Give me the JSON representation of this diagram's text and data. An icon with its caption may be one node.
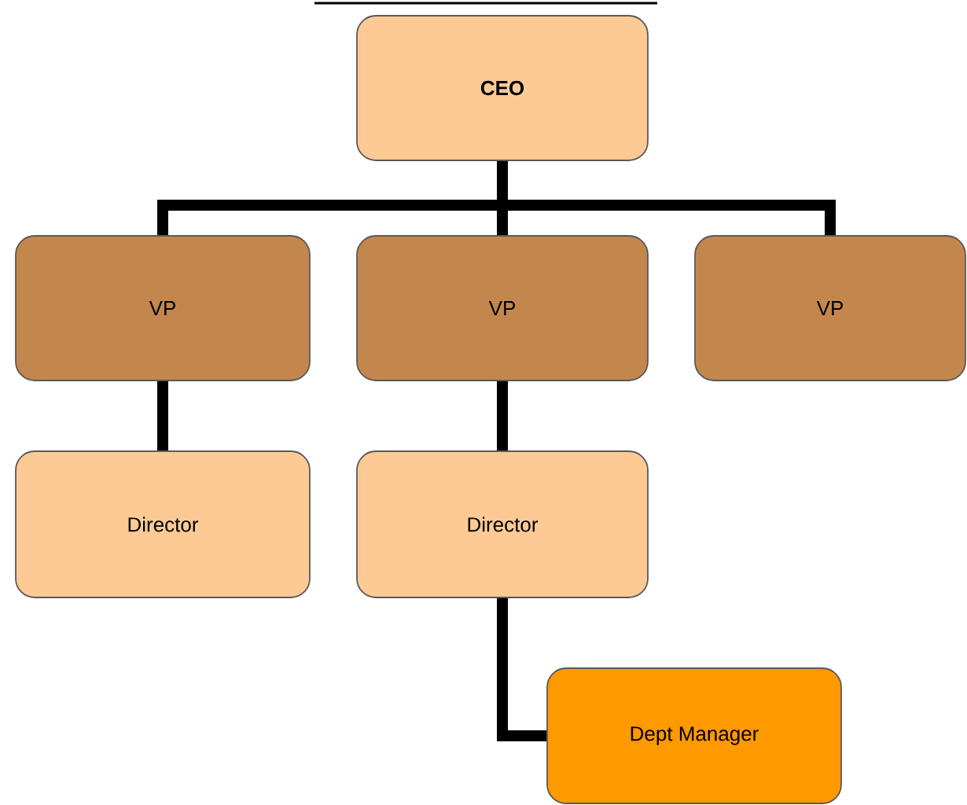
{
  "diagram": {
    "nodes": [
      {
        "text": [
          "CEO"
        ]
      },
      {
        "text": [
          "VP"
        ]
      },
      {
        "text": [
          "VP"
        ]
      },
      {
        "text": [
          "VP"
        ]
      },
      {
        "text": [
          "Director"
        ]
      },
      {
        "text": [
          "Director"
        ]
      },
      {
        "text": [
          "Dept Manager"
        ]
      }
    ],
    "edges": [
      {
        "from": 0,
        "to": 1,
        "arrow": "none"
      },
      {
        "from": 0,
        "to": 2,
        "arrow": "none"
      },
      {
        "from": 0,
        "to": 3,
        "arrow": "none"
      },
      {
        "from": 1,
        "to": 4,
        "arrow": "none"
      },
      {
        "from": 2,
        "to": 5,
        "arrow": "none"
      },
      {
        "from": 5,
        "to": 6,
        "arrow": "none"
      }
    ]
  }
}
